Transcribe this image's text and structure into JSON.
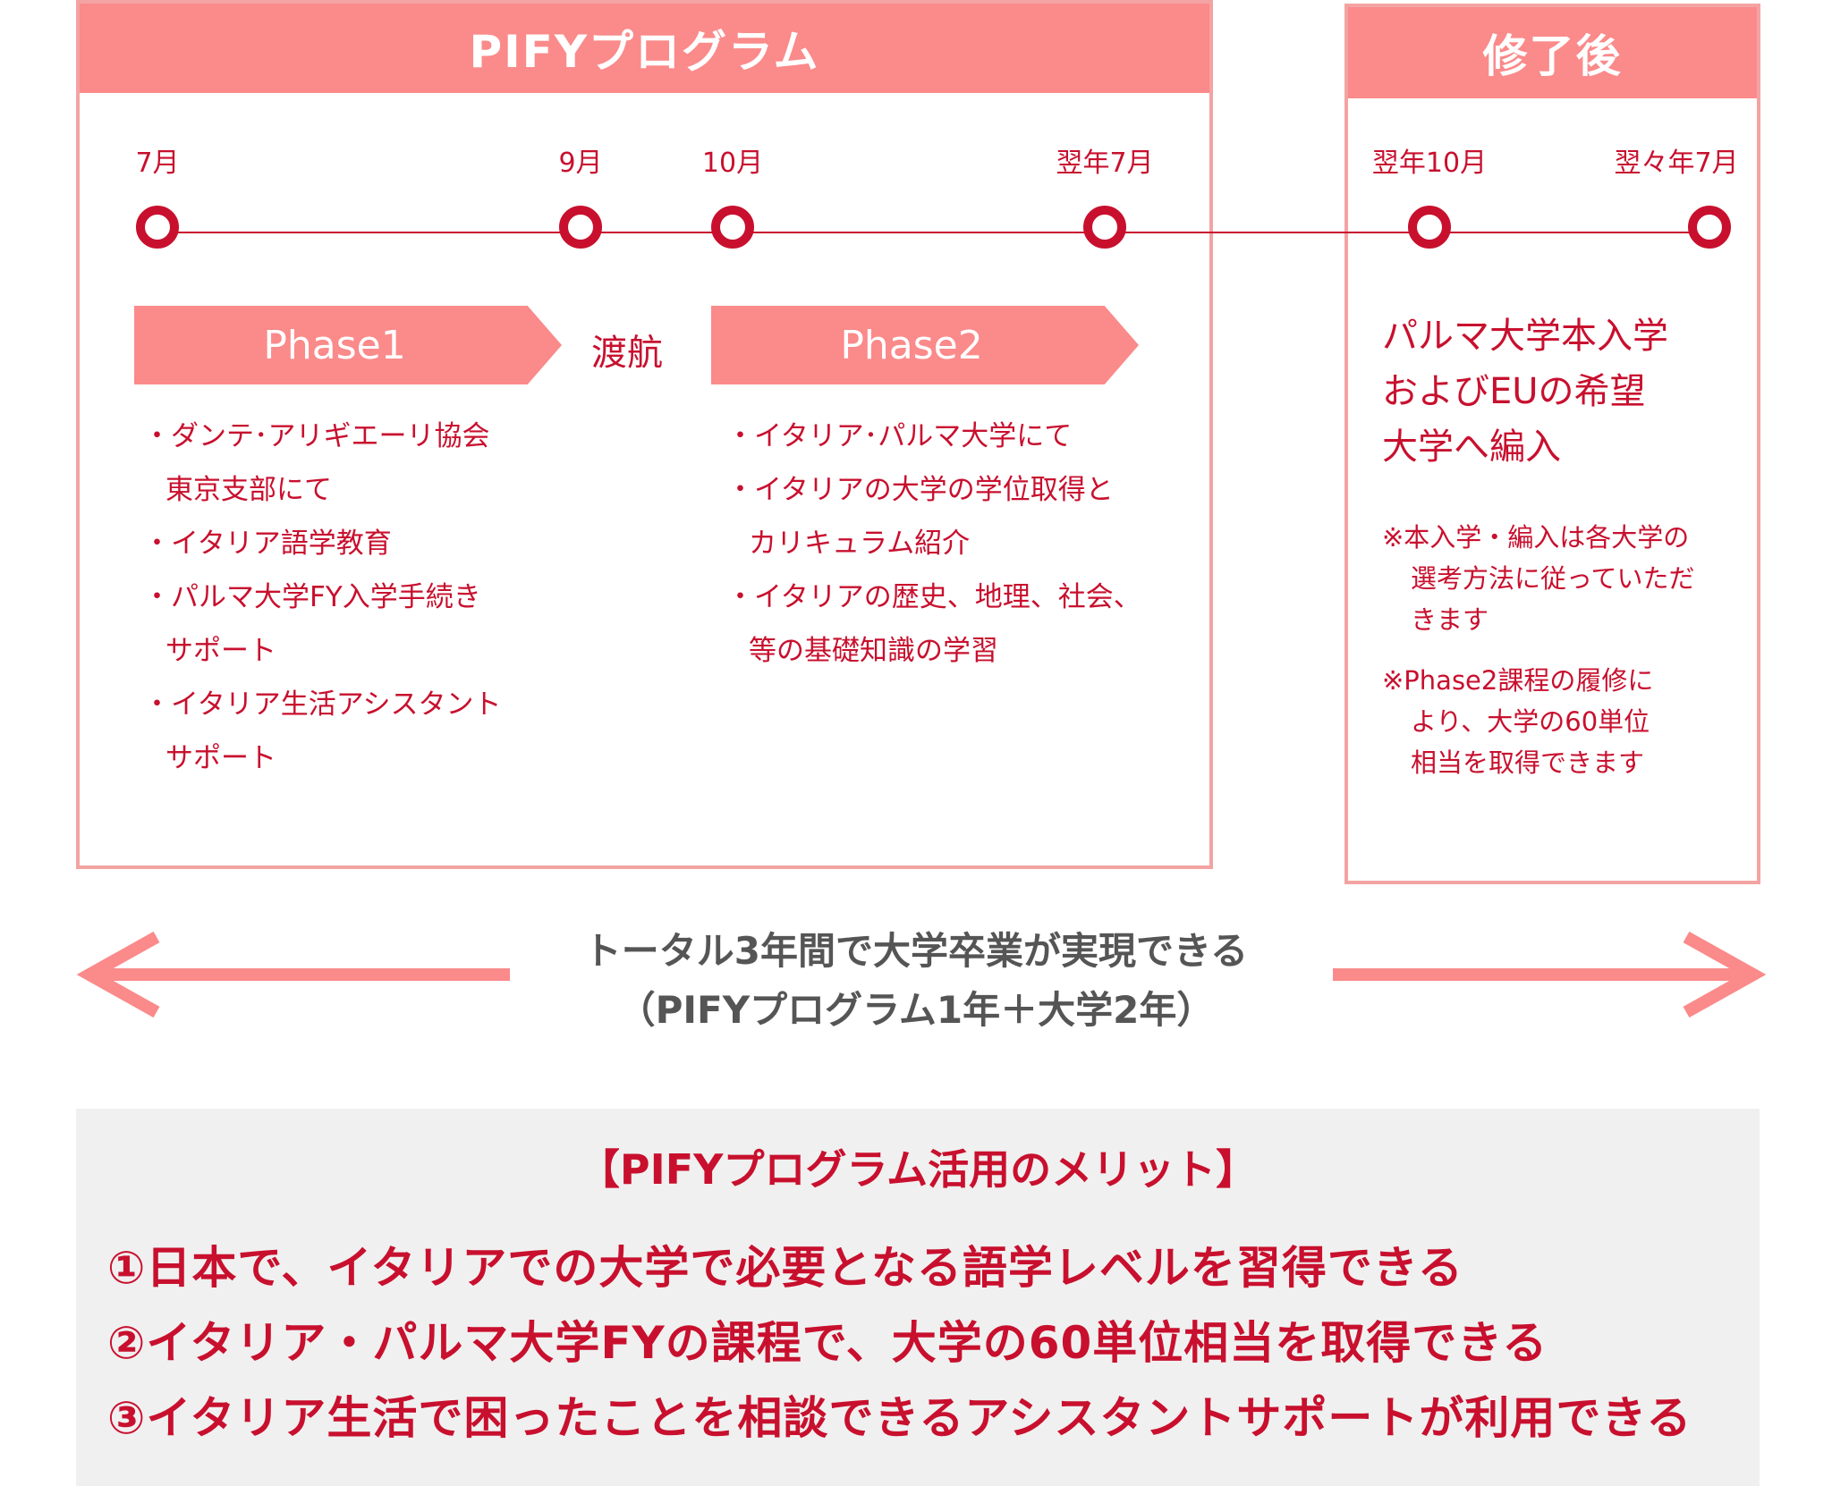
{
  "program": {
    "title": "PIFYプログラム",
    "months": [
      "7月",
      "9月",
      "10月",
      "翌年7月"
    ],
    "phase1": {
      "label": "Phase1",
      "items": [
        "・ダンテ･アリギエーリ協会",
        "東京支部にて",
        "・イタリア語学教育",
        "・パルマ大学FY入学手続き",
        "サポート",
        "・イタリア生活アシスタント",
        "サポート"
      ]
    },
    "transit": "渡航",
    "phase2": {
      "label": "Phase2",
      "items": [
        "・イタリア･パルマ大学にて",
        "・イタリアの大学の学位取得と",
        "カリキュラム紹介",
        "・イタリアの歴史、地理、社会、",
        "等の基礎知識の学習"
      ]
    }
  },
  "after": {
    "title": "修了後",
    "months": [
      "翌年10月",
      "翌々年7月"
    ],
    "main": [
      "パルマ大学本入学",
      "およびEUの希望",
      "大学へ編入"
    ],
    "notes": [
      "※本入学・編入は各大学の",
      "選考方法に従っていただ",
      "きます",
      "※Phase2課程の履修に",
      "より、大学の60単位",
      "相当を取得できます"
    ]
  },
  "total": {
    "line1": "トータル3年間で大学卒業が実現できる",
    "line2": "（PIFYプログラム1年＋大学2年）"
  },
  "merits": {
    "title": "【PIFYプログラム活用のメリット】",
    "items": [
      "①日本で、イタリアでの大学で必要となる語学レベルを習得できる",
      "②イタリア・パルマ大学FYの課程で、大学の60単位相当を取得できる",
      "③イタリア生活で困ったことを相談できるアシスタントサポートが利用できる"
    ]
  },
  "colors": {
    "accent_red": "#c8102e",
    "header_pink": "#fb8a8a",
    "border_pink": "#f4a3a3",
    "gray_text": "#555555",
    "merit_bg": "#f0f0f0"
  }
}
